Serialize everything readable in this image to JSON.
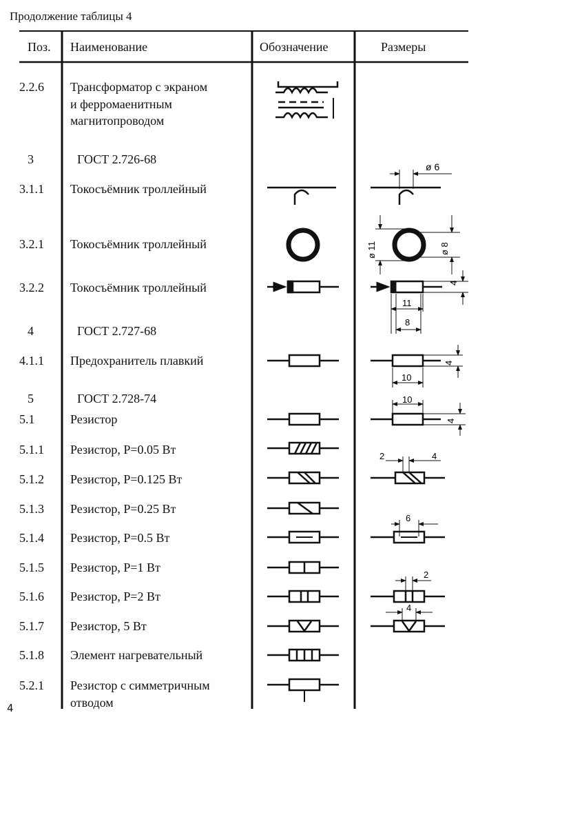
{
  "caption": "Продолжение таблицы 4",
  "page_number": "4",
  "headers": {
    "pos": "Поз.",
    "name": "Наименование",
    "symbol": "Обозначение",
    "dims": "Размеры"
  },
  "rows": [
    {
      "pos": "2.2.6",
      "name": "Трансформатор с экраном",
      "name2": "и ферромаенитным",
      "name3": "магнитопроводом"
    },
    {
      "pos": "3",
      "name": "ГОСТ 2.726-68"
    },
    {
      "pos": "3.1.1",
      "name": "Токосъёмник троллейный"
    },
    {
      "pos": "3.2.1",
      "name": "Токосъёмник троллейный"
    },
    {
      "pos": "3.2.2",
      "name": "Токосъёмник троллейный"
    },
    {
      "pos": "4",
      "name": "ГОСТ 2.727-68"
    },
    {
      "pos": "4.1.1",
      "name": "Предохранитель плавкий"
    },
    {
      "pos": "5",
      "name": "ГОСТ 2.728-74"
    },
    {
      "pos": "5.1",
      "name": "Резистор"
    },
    {
      "pos": "5.1.1",
      "name": "Резистор, Р=0.05 Вт"
    },
    {
      "pos": "5.1.2",
      "name": "Резистор, Р=0.125 Вт"
    },
    {
      "pos": "5.1.3",
      "name": "Резистор, Р=0.25 Вт"
    },
    {
      "pos": "5.1.4",
      "name": "Резистор, Р=0.5 Вт"
    },
    {
      "pos": "5.1.5",
      "name": "Резистор, Р=1 Вт"
    },
    {
      "pos": "5.1.6",
      "name": "Резистор, Р=2 Вт"
    },
    {
      "pos": "5.1.7",
      "name": "Резистор, 5 Вт"
    },
    {
      "pos": "5.1.8",
      "name": "Элемент нагревательный"
    },
    {
      "pos": "5.2.1",
      "name": "Резистор с симметричным",
      "name2": "отводом"
    }
  ],
  "dims": {
    "d6": "ø 6",
    "d11": "ø 11",
    "d8": "ø 8",
    "w4a": "4",
    "w11": "11",
    "w8": "8",
    "w4b": "4",
    "w10a": "10",
    "w10b": "10",
    "w4c": "4",
    "w2a": "2",
    "w4d": "4",
    "w6": "6",
    "w2b": "2",
    "w4e": "4"
  }
}
